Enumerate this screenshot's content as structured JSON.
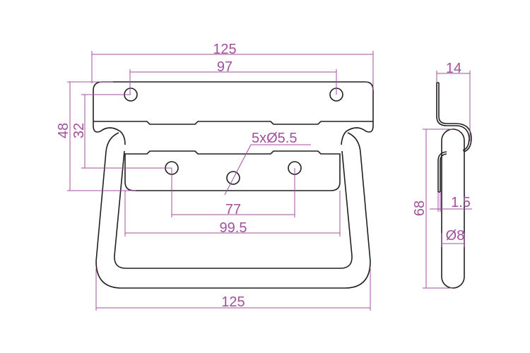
{
  "drawing": {
    "front_view": {
      "overall_width_top": "125",
      "top_hole_spacing": "97",
      "overall_height": "48",
      "hole_row_offset": "32",
      "holes_callout": "5xØ5.5",
      "bottom_hole_spacing": "77",
      "inner_handle_width": "99.5",
      "overall_width_bottom": "125"
    },
    "side_view": {
      "depth": "14",
      "handle_length": "68",
      "plate_thickness": "1.5",
      "rod_diameter": "Ø8"
    },
    "colors": {
      "part": "#231f20",
      "dimension": "#a2509c"
    }
  }
}
